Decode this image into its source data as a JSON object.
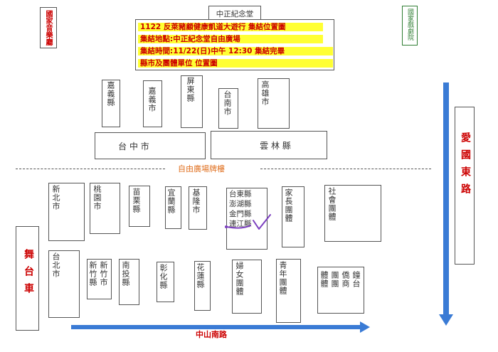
{
  "header": {
    "hall_label": "中正紀念堂"
  },
  "title": {
    "line1": "1122 反萊豬顧健康凱道大遊行 集結位置圖",
    "line2": "集結地點:中正紀念堂自由廣場",
    "line3": "集結時間:11/22(日)中午 12:30 集結完畢",
    "line4": "縣市及團體單位 位置圖"
  },
  "sides": {
    "left_top": "國家音樂廳",
    "right_top": "國家戲劇院",
    "right_road": "愛國東路",
    "left_stage": "舞台車",
    "bottom_road": "中山南路",
    "plaza": "自由廣場牌樓"
  },
  "top_units": {
    "chiayi_county": "嘉義縣",
    "chiayi_city": "嘉義市",
    "pingtung": "屏東縣",
    "tainan": "台南市",
    "kaohsiung": "高雄市",
    "taichung": "台 中 市",
    "yunlin": "雲 林 縣"
  },
  "bottom_units": {
    "new_taipei": "新北市",
    "taoyuan": "桃園市",
    "miaoli": "苗栗縣",
    "yilan": "宜蘭縣",
    "keelung": "基隆市",
    "taitung": "台東縣",
    "penghu": "澎湖縣",
    "kinmen": "金門縣",
    "lienchiang": "連江縣",
    "parents": "家長團體",
    "social": "社會團體",
    "taipei": "台北市",
    "hsinchu_col1": "新竹市",
    "hsinchu_col2": "新竹縣",
    "nantou": "南投縣",
    "changhua": "彰化縣",
    "hualien": "花蓮縣",
    "women": "婦女團體",
    "youth": "青年團體",
    "taishang_col1": "鐘台",
    "taishang_col2": "僑商",
    "taishang_col3": "團團",
    "taishang_col4": "體體"
  },
  "colors": {
    "accent_red": "#cc0000",
    "highlight_yellow": "#ffff33",
    "arrow_blue": "#3a7bd5",
    "green": "#2e7d32",
    "orange": "#e07020",
    "annotation_purple": "#7b3fbf"
  }
}
